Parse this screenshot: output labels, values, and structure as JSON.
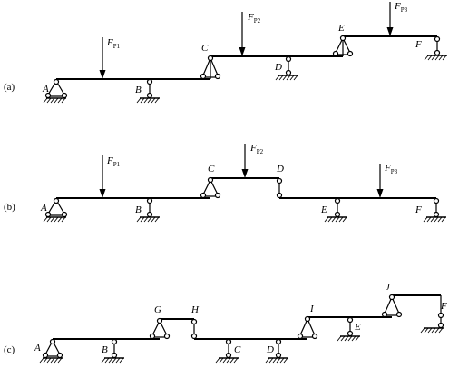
{
  "figures": [
    {
      "caption": "(a)",
      "points": [
        "A",
        "B",
        "C",
        "D",
        "E",
        "F"
      ],
      "loads": [
        "F",
        "F",
        "F"
      ],
      "load_subscripts": [
        "P1",
        "P2",
        "P3"
      ]
    },
    {
      "caption": "(b)",
      "points": [
        "A",
        "B",
        "C",
        "D",
        "E",
        "F"
      ],
      "loads": [
        "F",
        "F",
        "F"
      ],
      "load_subscripts": [
        "P1",
        "P2",
        "P3"
      ]
    },
    {
      "caption": "(c)",
      "points": [
        "A",
        "B",
        "G",
        "H",
        "C",
        "D",
        "I",
        "E",
        "J",
        "F"
      ]
    }
  ]
}
